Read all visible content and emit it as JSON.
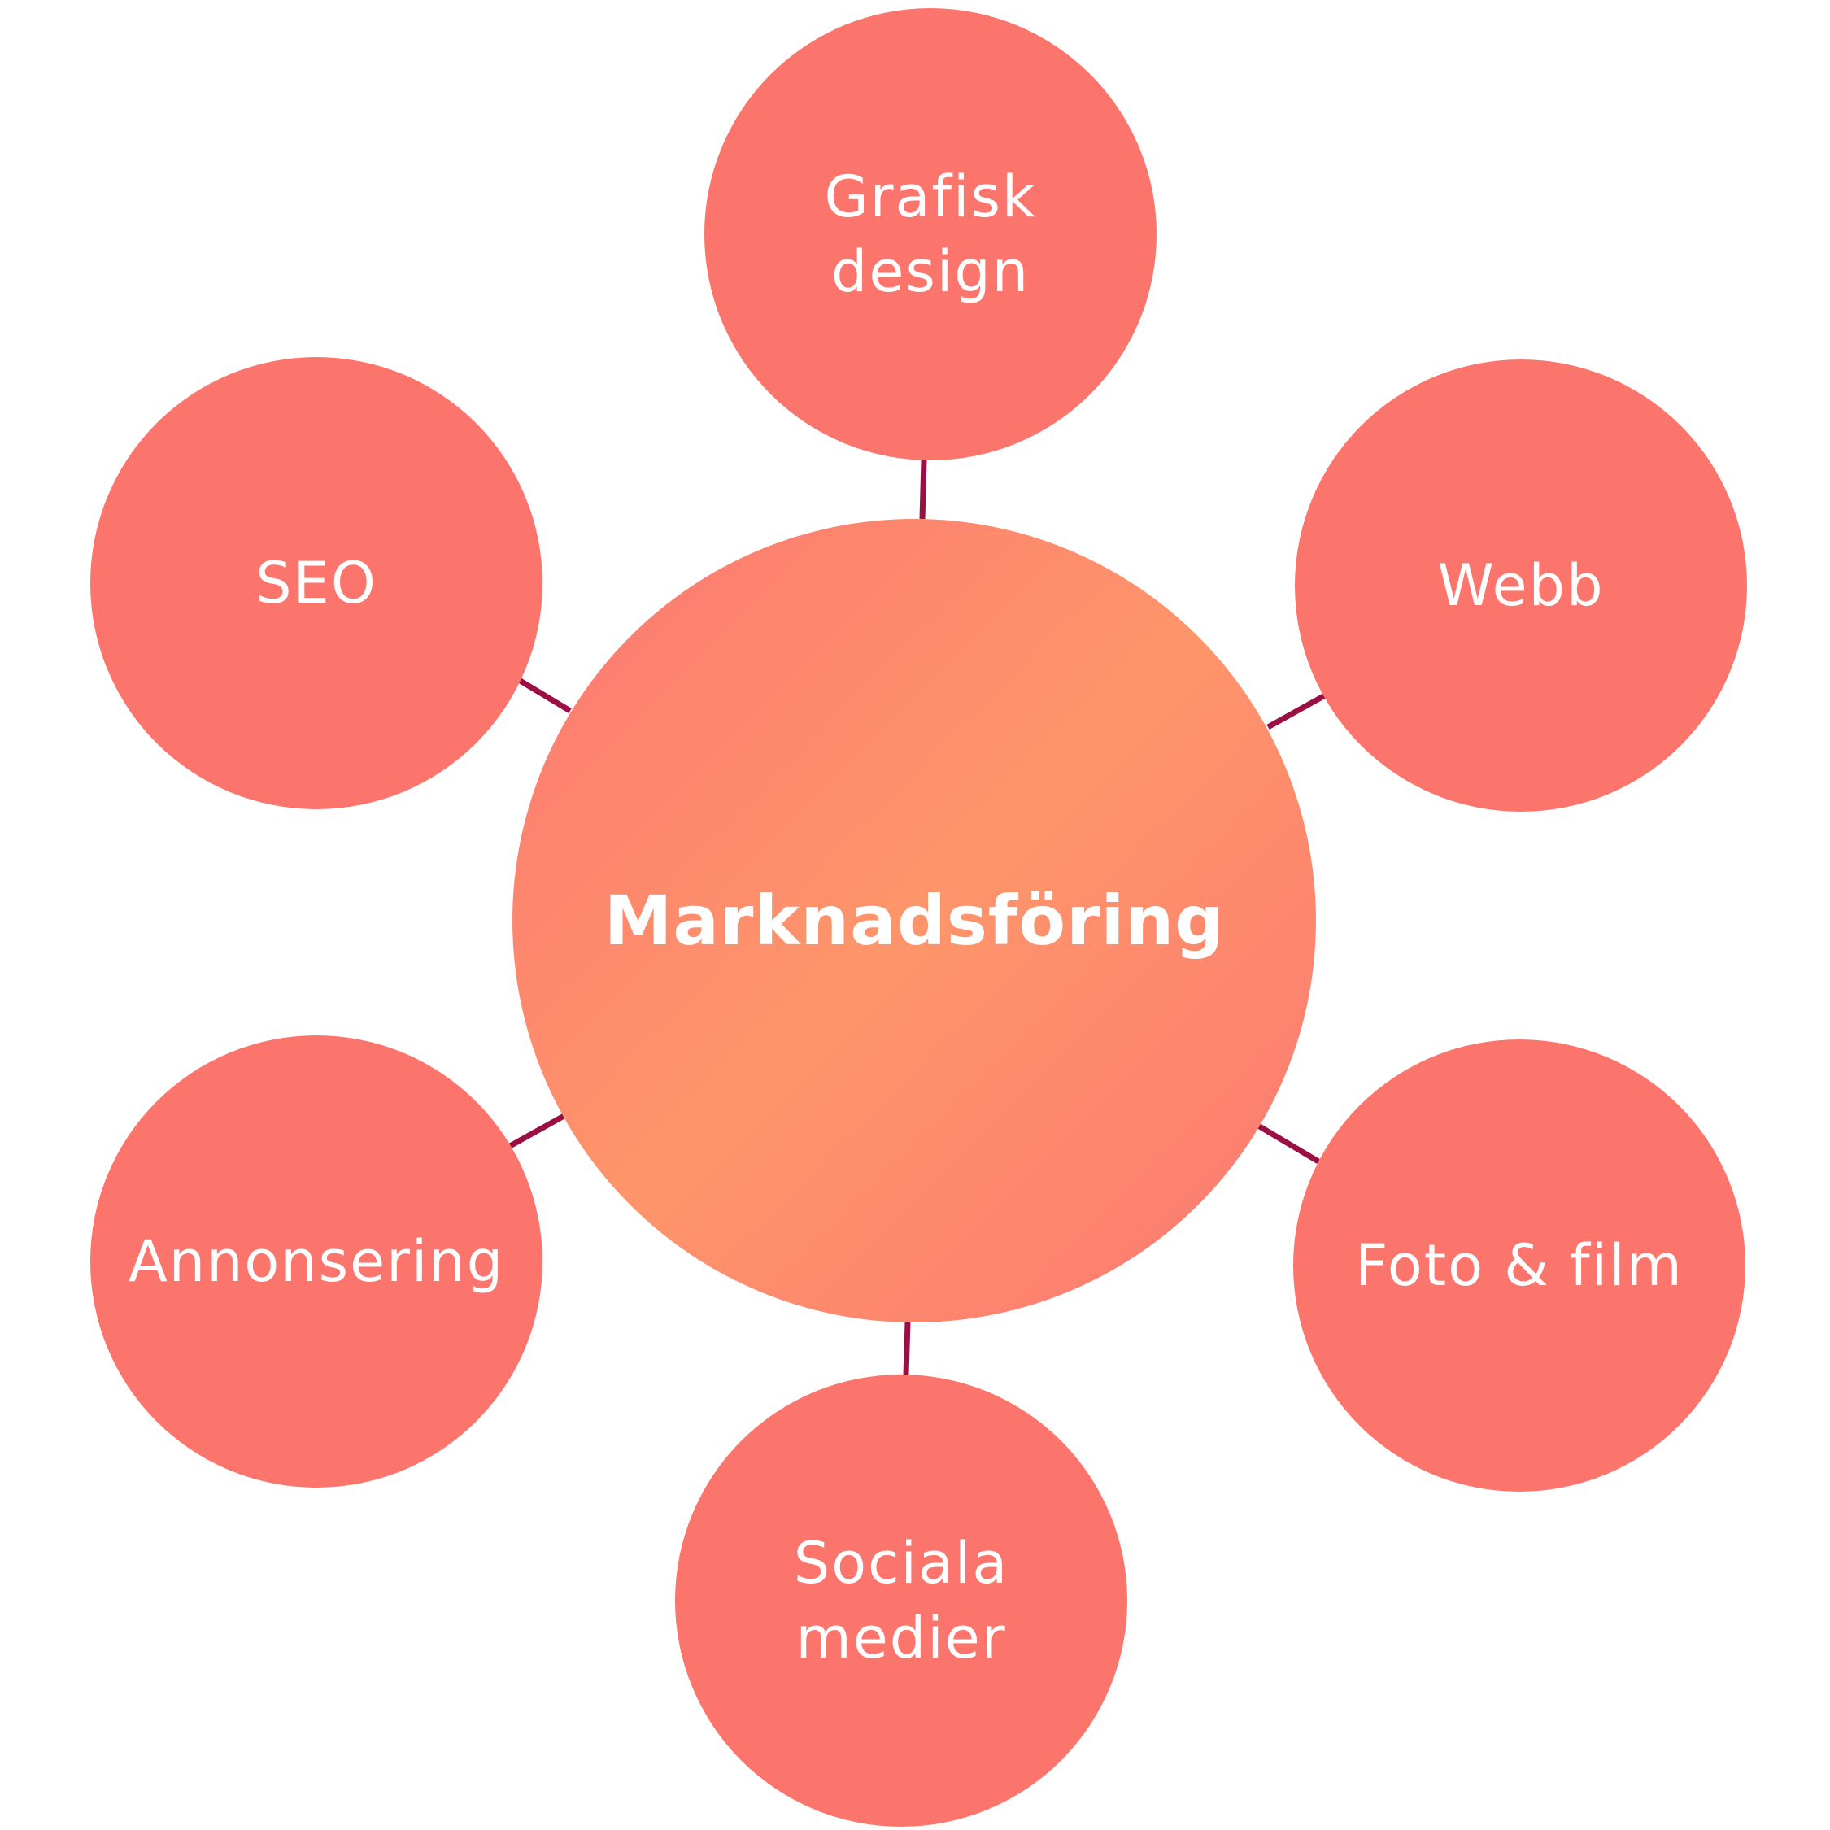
{
  "diagram": {
    "center": {
      "label": "Marknadsföring",
      "gradient_start": "#FC7772",
      "gradient_end": "#FE956A"
    },
    "satellite_color": "#FC756C",
    "connector_color": "#9B0F45",
    "label_color": "#FFFFFF",
    "nodes": [
      {
        "id": "grafisk",
        "label": "Grafisk\ndesign"
      },
      {
        "id": "webb",
        "label": "Webb"
      },
      {
        "id": "seo",
        "label": "SEO"
      },
      {
        "id": "annonsering",
        "label": "Annonsering"
      },
      {
        "id": "foto",
        "label": "Foto & film"
      },
      {
        "id": "sociala",
        "label": "Sociala\nmedier"
      }
    ]
  }
}
